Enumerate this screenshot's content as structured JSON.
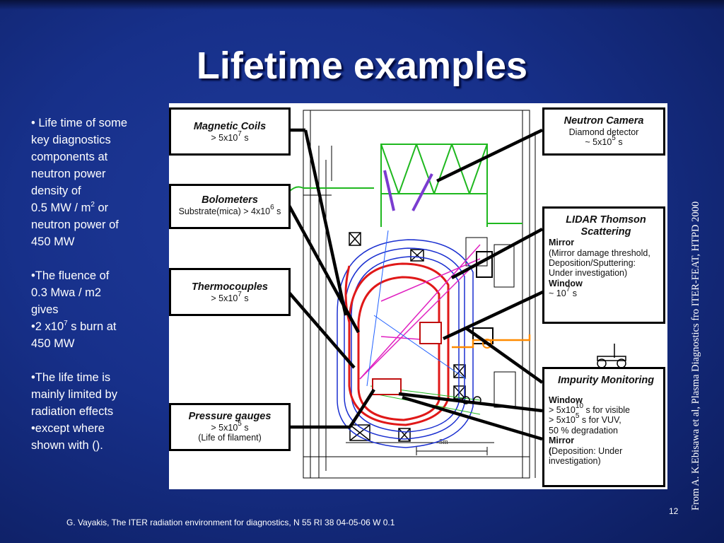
{
  "slide": {
    "title": "Lifetime examples",
    "page_number": "12",
    "footer": "G. Vayakis, The ITER radiation environment for diagnostics, N 55 RI 38 04-05-06 W 0.1",
    "credit": "From A. K.Ebisawa  et al, Plasma Diagnostics fro ITER-FEAT, HTPD 2000"
  },
  "bullets": {
    "b1_l1": "• Life time of some",
    "b1_l2": "key diagnostics",
    "b1_l3": "components at",
    "b1_l4": "neutron power",
    "b1_l5": "density of",
    "b1_l6": "0.5 MW / m",
    "b1_l6_sup": "2",
    "b1_l6_end": " or",
    "b1_l7": "neutron power of",
    "b1_l8": "450 MW",
    "b2_l1": "•The fluence of",
    "b2_l2": "0.3 Mwa / m2",
    "b2_l3": "gives",
    "b3_pre": "•2 x10",
    "b3_sup": "7",
    "b3_post": " s burn at",
    "b3_l2": "450 MW",
    "b4_l1": "•The life time is",
    "b4_l2": "mainly limited by",
    "b4_l3": "radiation effects",
    "b5_l1": "•except where",
    "b5_l2": "shown with ()."
  },
  "figure": {
    "magnetic_coils": {
      "head": "Magnetic Coils",
      "val_pre": "> 5x10",
      "val_sup": "7",
      "val_post": " s"
    },
    "bolometers": {
      "head": "Bolometers",
      "val_pre": "Substrate(mica) > 4x10",
      "val_sup": "6",
      "val_post": " s"
    },
    "thermocouples": {
      "head": "Thermocouples",
      "val_pre": "> 5x10",
      "val_sup": "7",
      "val_post": " s"
    },
    "pressure_gauges": {
      "head": "Pressure gauges",
      "val_pre": "> 5x10",
      "val_sup": "5",
      "val_post": " s",
      "note": "(Life of filament)"
    },
    "neutron_camera": {
      "head": "Neutron Camera",
      "sub": "Diamond detector",
      "val_pre": "~ 5x10",
      "val_sup": "5",
      "val_post": " s"
    },
    "lidar": {
      "head1": "LIDAR Thomson",
      "head2": "Scattering",
      "mirror": "Mirror",
      "m1": "(Mirror damage threshold,",
      "m2": " Deposition/Sputtering:",
      "m3": " Under investigation)",
      "window": "Window",
      "w_pre": " ~ 10",
      "w_sup": "7",
      "w_post": " s"
    },
    "impurity": {
      "head": "Impurity Monitoring",
      "window": "Window",
      "w1_pre": "> 5x10",
      "w1_sup": "10",
      "w1_post": " s for visible",
      "w2_pre": "> 5x10",
      "w2_sup": "5",
      "w2_post": " s for VUV,",
      "w3": "50 % degradation",
      "mirror": "Mirror",
      "m1_paren": "(",
      "m1": "Deposition: Under",
      "m2": " investigation)"
    },
    "scale_label": "5m"
  }
}
